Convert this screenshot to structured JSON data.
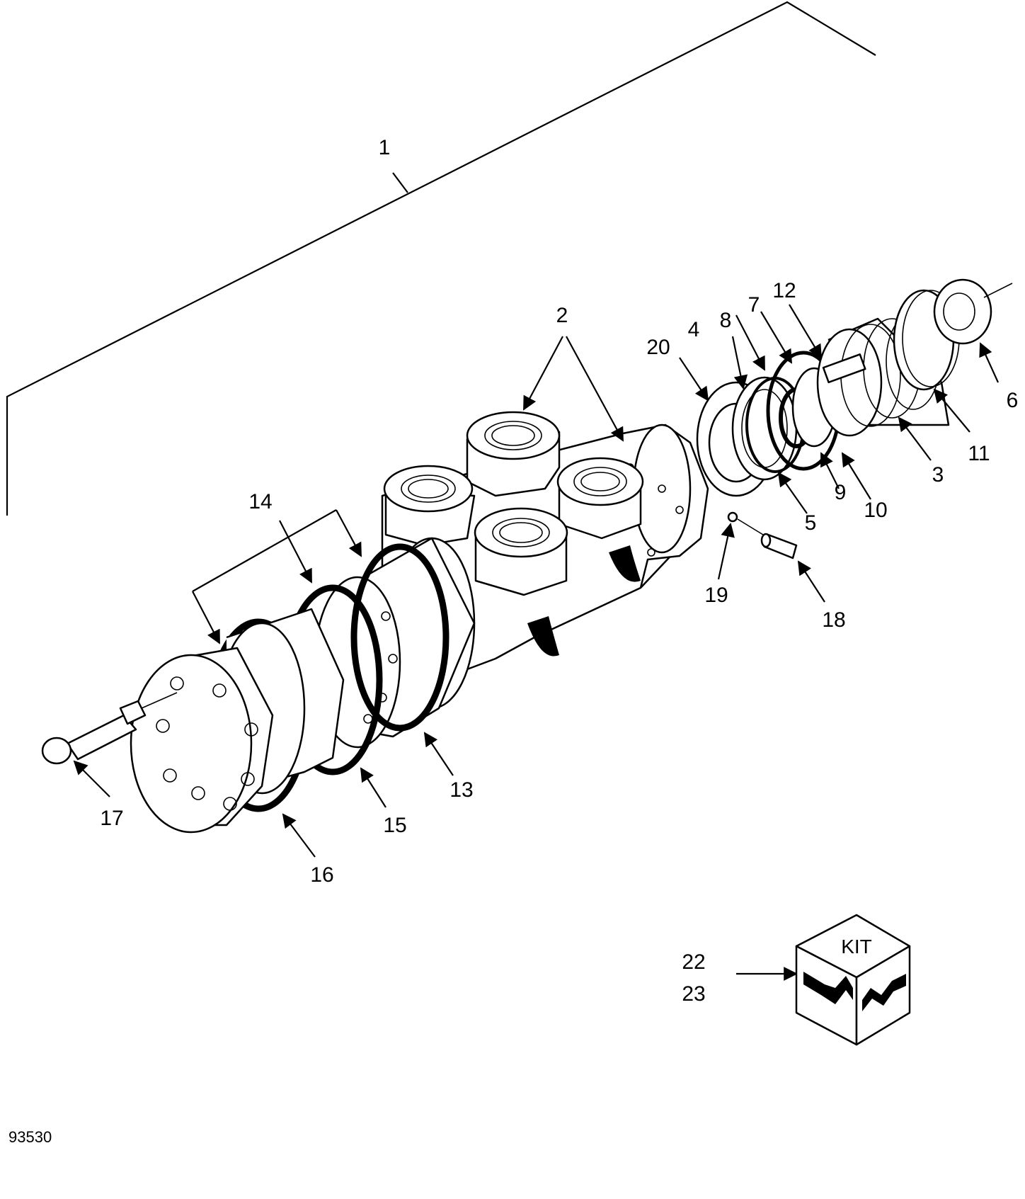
{
  "figure_id": "93530",
  "kit": {
    "label": "KIT",
    "refs": [
      "22",
      "23"
    ]
  },
  "callouts": {
    "c1": "1",
    "c2": "2",
    "c3": "3",
    "c4": "4",
    "c5": "5",
    "c6": "6",
    "c7": "7",
    "c8": "8",
    "c9": "9",
    "c10": "10",
    "c11": "11",
    "c12": "12",
    "c13": "13",
    "c14": "14",
    "c15": "15",
    "c16": "16",
    "c17": "17",
    "c18": "18",
    "c19": "19",
    "c20": "20"
  }
}
